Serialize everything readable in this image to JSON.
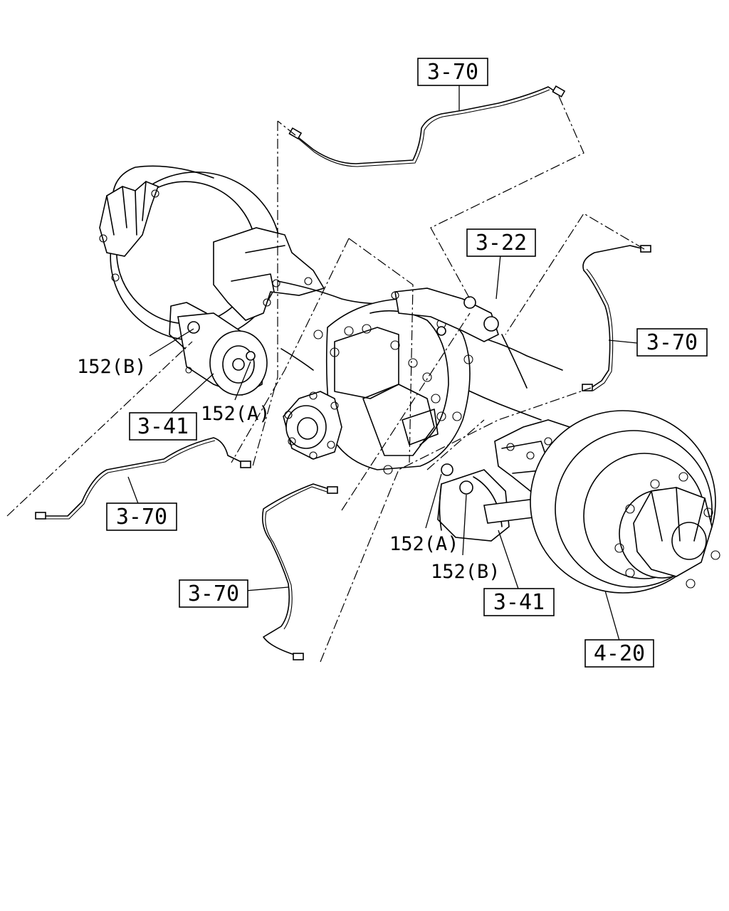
{
  "callouts": {
    "c_3_70_top": "3-70",
    "c_3_22": "3-22",
    "c_3_70_right": "3-70",
    "c_3_41_left": "3-41",
    "c_3_70_left": "3-70",
    "c_3_70_bottom": "3-70",
    "c_3_41_right": "3-41",
    "c_4_20": "4-20"
  },
  "labels": {
    "l_152b_left": "152(B)",
    "l_152a_left": "152(A)",
    "l_152a_right": "152(A)",
    "l_152b_right": "152(B)"
  }
}
